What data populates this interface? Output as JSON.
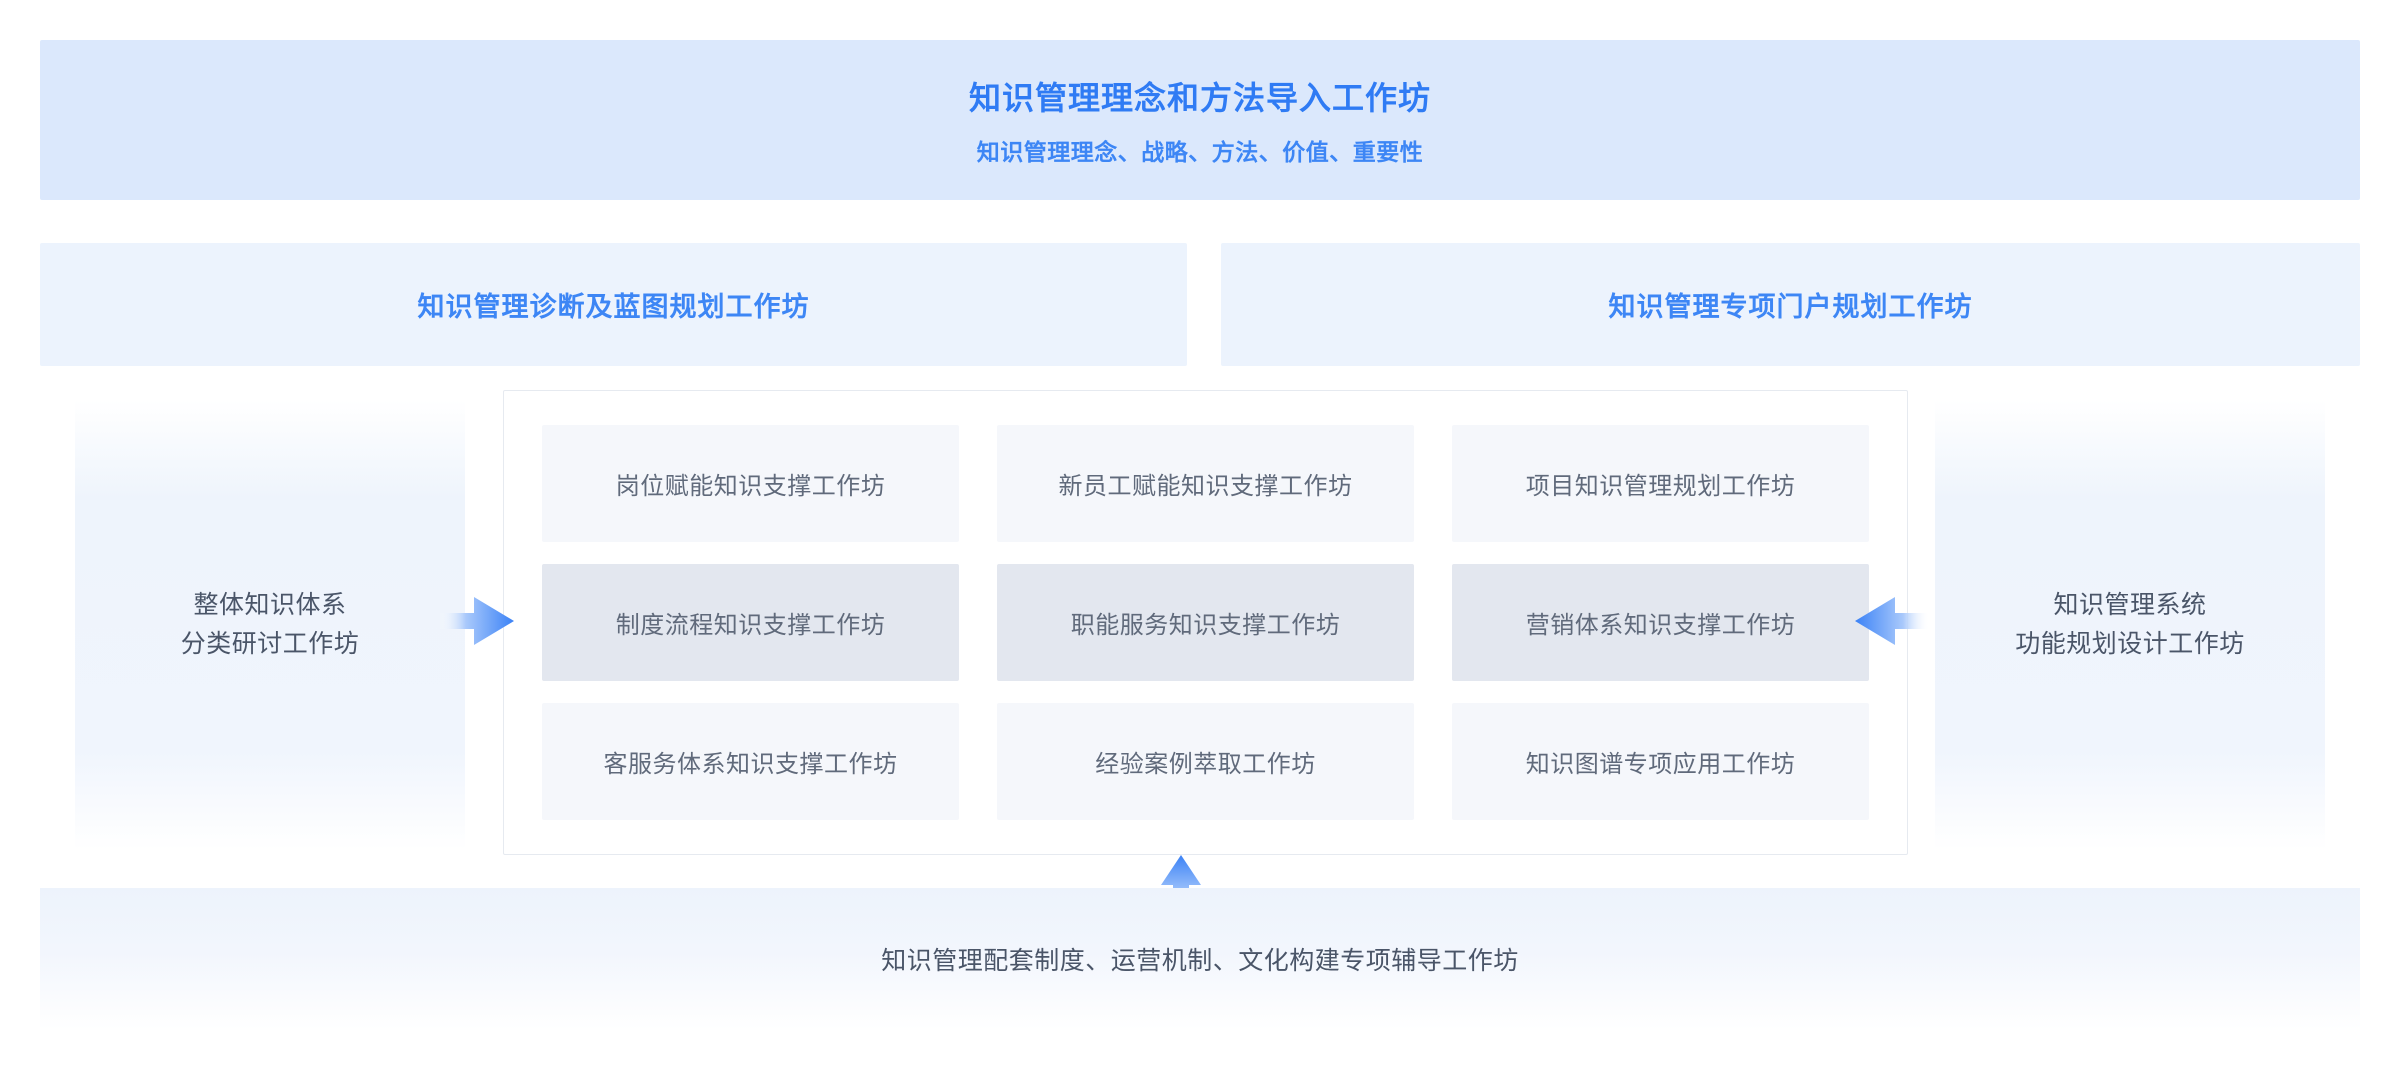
{
  "header": {
    "title": "知识管理理念和方法导入工作坊",
    "subtitle": "知识管理理念、战略、方法、价值、重要性"
  },
  "row2": {
    "left_title": "知识管理诊断及蓝图规划工作坊",
    "right_title": "知识管理专项门户规划工作坊"
  },
  "side_panels": {
    "left_text": "整体知识体系\n分类研讨工作坊",
    "right_text": "知识管理系统\n功能规划设计工作坊"
  },
  "center_cards": [
    {
      "label": "岗位赋能知识支撑工作坊",
      "highlight": false
    },
    {
      "label": "新员工赋能知识支撑工作坊",
      "highlight": false
    },
    {
      "label": "项目知识管理规划工作坊",
      "highlight": false
    },
    {
      "label": "制度流程知识支撑工作坊",
      "highlight": true
    },
    {
      "label": "职能服务知识支撑工作坊",
      "highlight": true
    },
    {
      "label": "营销体系知识支撑工作坊",
      "highlight": true
    },
    {
      "label": "客服务体系知识支撑工作坊",
      "highlight": false
    },
    {
      "label": "经验案例萃取工作坊",
      "highlight": false
    },
    {
      "label": "知识图谱专项应用工作坊",
      "highlight": false
    }
  ],
  "bottom": {
    "text": "知识管理配套制度、运营机制、文化构建专项辅导工作坊"
  },
  "colors": {
    "header_bg": "#dbe8fc",
    "header_title": "#2f7bf4",
    "row2_bg": "#ecf3fd",
    "row2_title": "#3d86f5",
    "card_bg": "#f5f7fb",
    "card_bg_highlight": "#e3e7ef",
    "card_text": "#606a7b",
    "arrow_blue": "#4a8df6",
    "panel_text": "#4a5568"
  },
  "icons": {
    "arrow_right": "arrow-right-icon",
    "arrow_left": "arrow-left-icon",
    "arrow_up": "arrow-up-icon"
  }
}
